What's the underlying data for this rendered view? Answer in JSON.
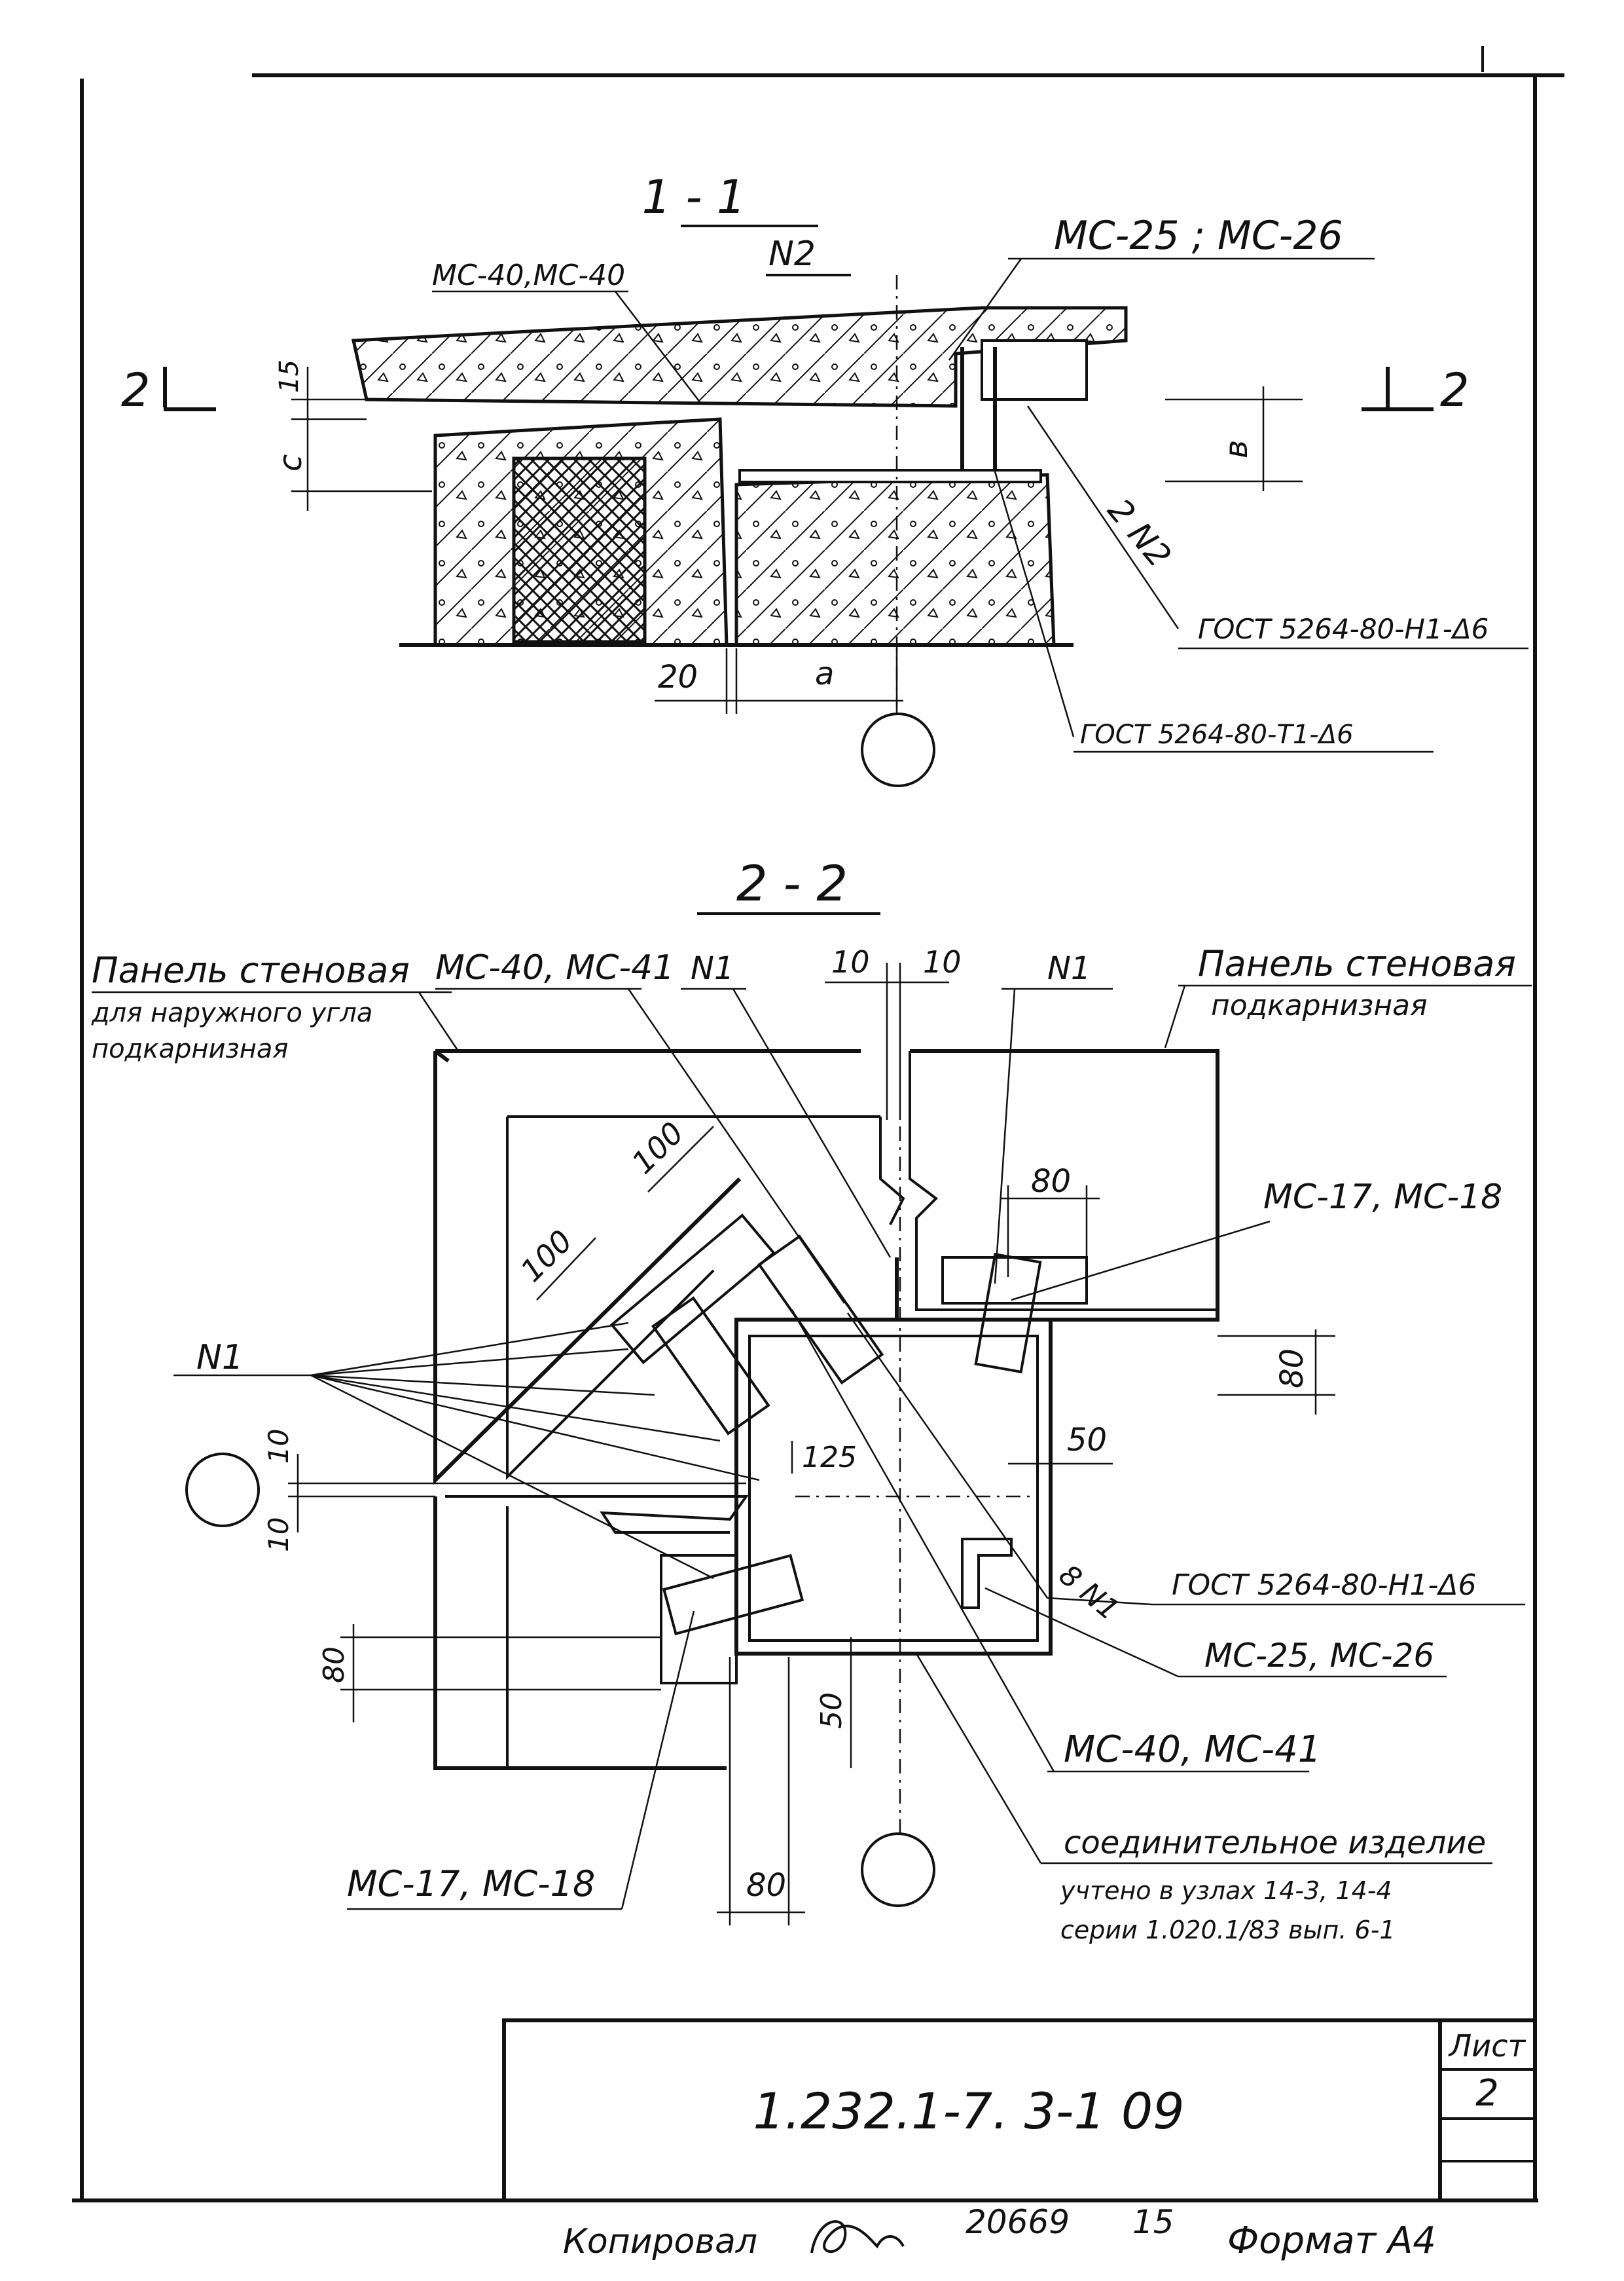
{
  "section_1": {
    "title": "1 - 1",
    "axis_ref": "N2",
    "label_ms25_26": "МС-25 ; МС-26",
    "label_ms40_40": "МС-40,МС-40",
    "cut_mark": "2",
    "dim_15": "15",
    "dim_c": "с",
    "dim_b": "в",
    "dim_20": "20",
    "dim_a": "а",
    "weld_ref": "2 N2",
    "gost_h1": "ГОСТ 5264-80-Н1-Δ6",
    "gost_t1": "ГОСТ 5264-80-Т1-Δ6"
  },
  "section_2": {
    "title": "2 - 2",
    "panel_left_1": "Панель стеновая",
    "panel_left_2": "для наружного угла",
    "panel_left_3": "подкарнизная",
    "panel_right_1": "Панель стеновая",
    "panel_right_2": "подкарнизная",
    "label_ms40_41_top": "МС-40, МС-41",
    "n1_top_a": "N1",
    "n1_top_b": "N1",
    "n1_left": "N1",
    "dim_10a": "10",
    "dim_10b": "10",
    "dim_100a": "100",
    "dim_100b": "100",
    "dim_80_top": "80",
    "label_ms17_18_right": "МС-17, МС-18",
    "dim_80_right": "80",
    "dim_50_right": "50",
    "dim_125": "125",
    "dim_10c": "10",
    "dim_10d": "10",
    "weld_8n1": "8 N1",
    "gost_h1": "ГОСТ 5264-80-Н1-Δ6",
    "label_ms25_26": "МС-25, МС-26",
    "dim_80_left": "80",
    "dim_50_bottom": "50",
    "label_ms40_41_bottom": "МС-40, МС-41",
    "label_ms17_18_bottom": "МС-17, МС-18",
    "dim_80_bottom": "80",
    "connector_title": "соединительное изделие",
    "connector_note_1": "учтено в узлах 14-3, 14-4",
    "connector_note_2": "серии 1.020.1/83 вып. 6-1"
  },
  "title_block": {
    "code": "1.232.1-7. 3-1  09",
    "sheet_label": "Лист",
    "sheet_number": "2"
  },
  "footer": {
    "copied": "Копировал",
    "number": "20669",
    "sub": "15",
    "format": "Формат А4"
  }
}
